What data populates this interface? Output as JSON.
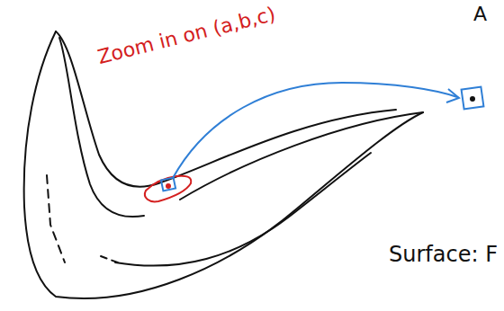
{
  "diagram": {
    "labels": [
      "Zoom in on (a,b,c)",
      "Surface: F",
      "A"
    ]
  }
}
